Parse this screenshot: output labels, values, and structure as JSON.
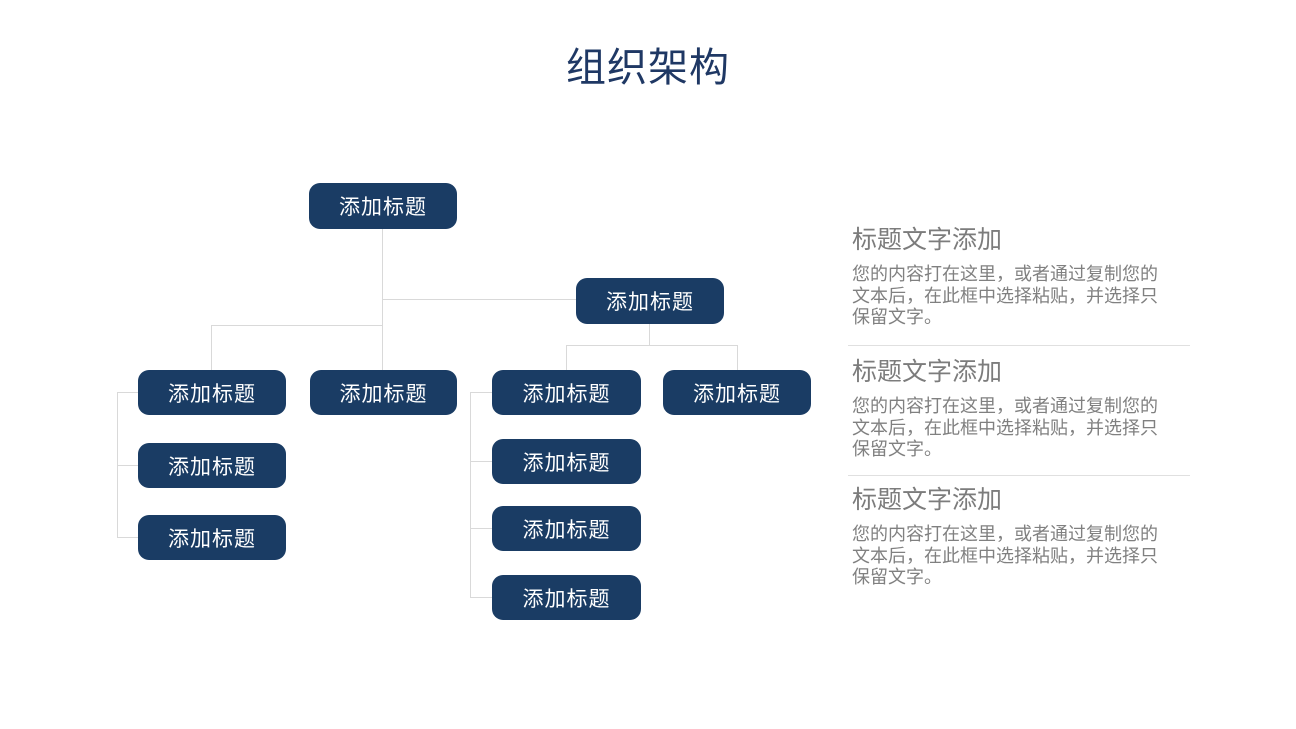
{
  "slide": {
    "title": "组织架构"
  },
  "org_chart": {
    "nodes": [
      {
        "id": "root",
        "label": "添加标题"
      },
      {
        "id": "branch",
        "label": "添加标题"
      },
      {
        "id": "child-a",
        "label": "添加标题"
      },
      {
        "id": "child-b",
        "label": "添加标题"
      },
      {
        "id": "child-c",
        "label": "添加标题"
      },
      {
        "id": "child-d",
        "label": "添加标题"
      },
      {
        "id": "child-a2",
        "label": "添加标题"
      },
      {
        "id": "child-a3",
        "label": "添加标题"
      },
      {
        "id": "child-c2",
        "label": "添加标题"
      },
      {
        "id": "child-c3",
        "label": "添加标题"
      },
      {
        "id": "child-c4",
        "label": "添加标题"
      }
    ]
  },
  "info_panels": [
    {
      "heading": "标题文字添加",
      "body": "您的内容打在这里，或者通过复制您的文本后，在此框中选择粘贴，并选择只保留文字。"
    },
    {
      "heading": "标题文字添加",
      "body": "您的内容打在这里，或者通过复制您的文本后，在此框中选择粘贴，并选择只保留文字。"
    },
    {
      "heading": "标题文字添加",
      "body": "您的内容打在这里，或者通过复制您的文本后，在此框中选择粘贴，并选择只保留文字。"
    }
  ],
  "colors": {
    "node_fill": "#1A3C64",
    "node_text": "#FFFFFF",
    "title_text": "#1F3864",
    "connector": "#D9D9D9",
    "divider": "#E0E0E0",
    "panel_heading": "#7C7C7C",
    "panel_body": "#808080",
    "background": "#FFFFFF"
  }
}
